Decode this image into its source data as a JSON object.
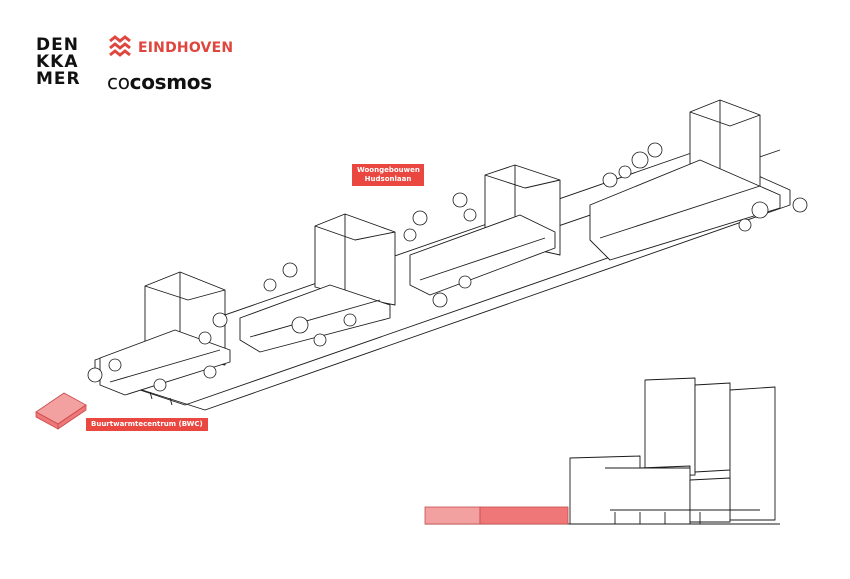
{
  "logos": {
    "denkkamer_lines": [
      "DEN",
      "KKA",
      "MER"
    ],
    "eindhoven": "EINDHOVEN",
    "cocosmos_light": "co",
    "cocosmos_bold": "cosmos"
  },
  "labels": {
    "woongebouwen_line1": "Woongebouwen",
    "woongebouwen_line2": "Hudsonlaan",
    "bwc": "Buurtwarmtecentrum (BWC)"
  },
  "colors": {
    "accent": "#e9473f",
    "bwc_fill": "#ef7777",
    "bwc_light": "#f3a0a0",
    "line": "#1a1a1a"
  }
}
